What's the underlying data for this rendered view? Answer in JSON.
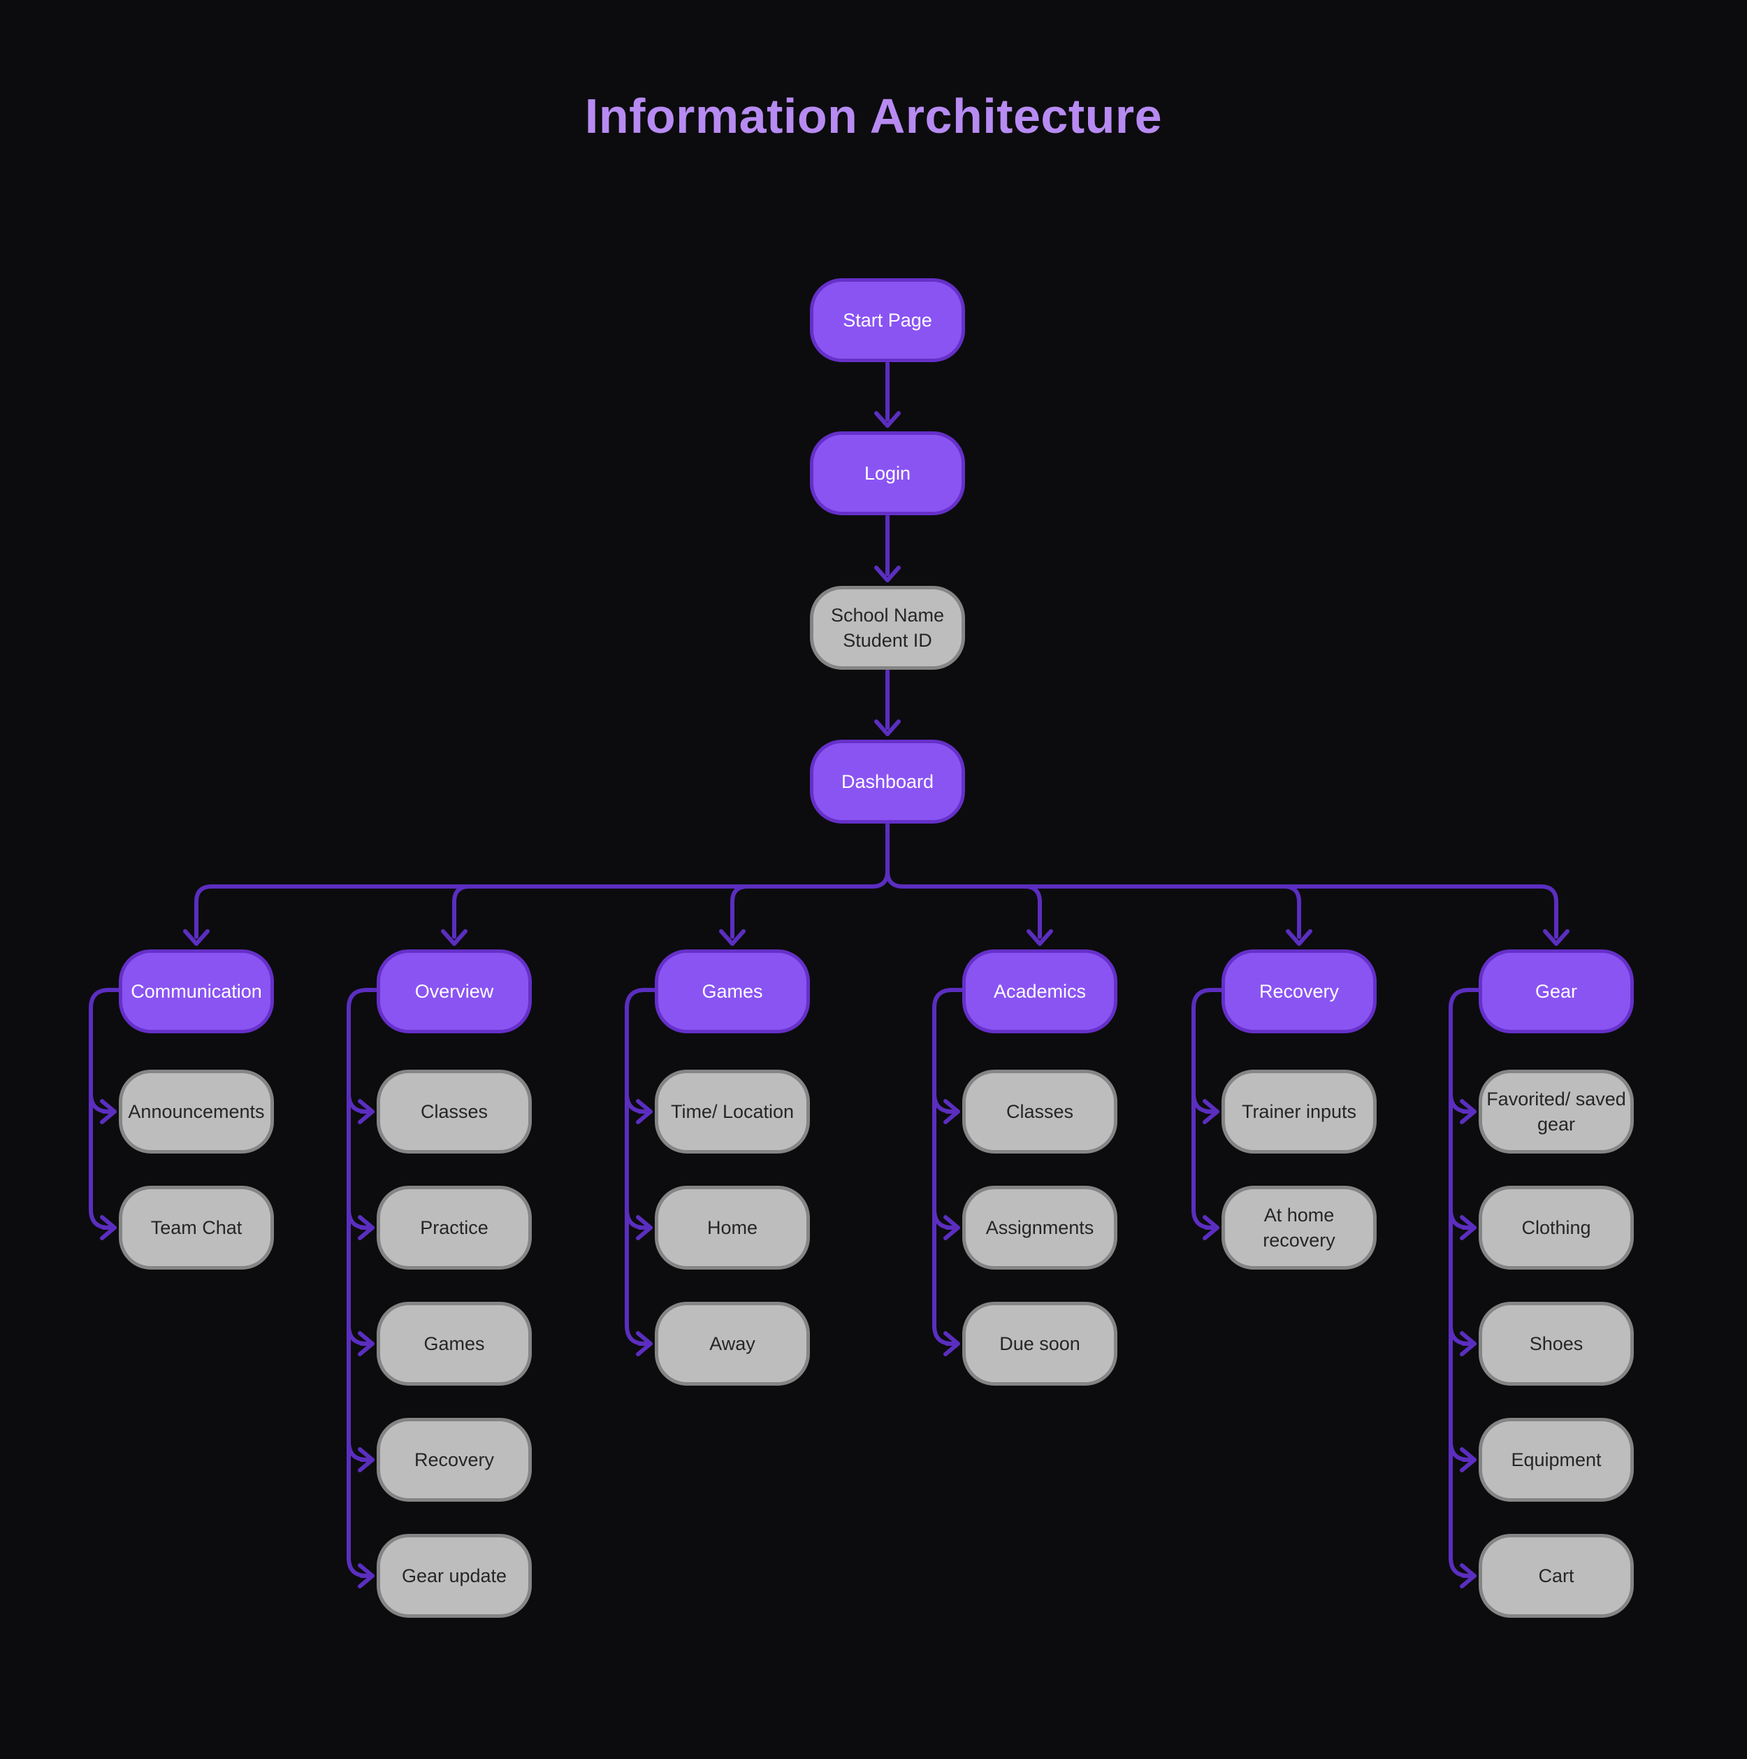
{
  "title": "Information Architecture",
  "colors": {
    "background": "#0c0c0e",
    "node_purple": "#8a54f3",
    "node_purple_border": "#6630c9",
    "node_gray": "#bdbdbd",
    "node_gray_border": "#858585",
    "connector": "#5b2ec0",
    "title_text": "#b78bf2"
  },
  "flow": {
    "start": "Start Page",
    "login": "Login",
    "school": {
      "line1": "School Name",
      "line2": "Student ID"
    },
    "dashboard": "Dashboard"
  },
  "columns": [
    {
      "label": "Communication",
      "children": [
        "Announcements",
        "Team Chat"
      ]
    },
    {
      "label": "Overview",
      "children": [
        "Classes",
        "Practice",
        "Games",
        "Recovery",
        "Gear update"
      ]
    },
    {
      "label": "Games",
      "children": [
        "Time/ Location",
        "Home",
        "Away"
      ]
    },
    {
      "label": "Academics",
      "children": [
        "Classes",
        "Assignments",
        "Due soon"
      ]
    },
    {
      "label": "Recovery",
      "children": [
        "Trainer inputs",
        "At home recovery"
      ]
    },
    {
      "label": "Gear",
      "children": [
        {
          "line1": "Favorited/ saved",
          "line2": "gear"
        },
        "Clothing",
        "Shoes",
        "Equipment",
        "Cart"
      ]
    }
  ]
}
